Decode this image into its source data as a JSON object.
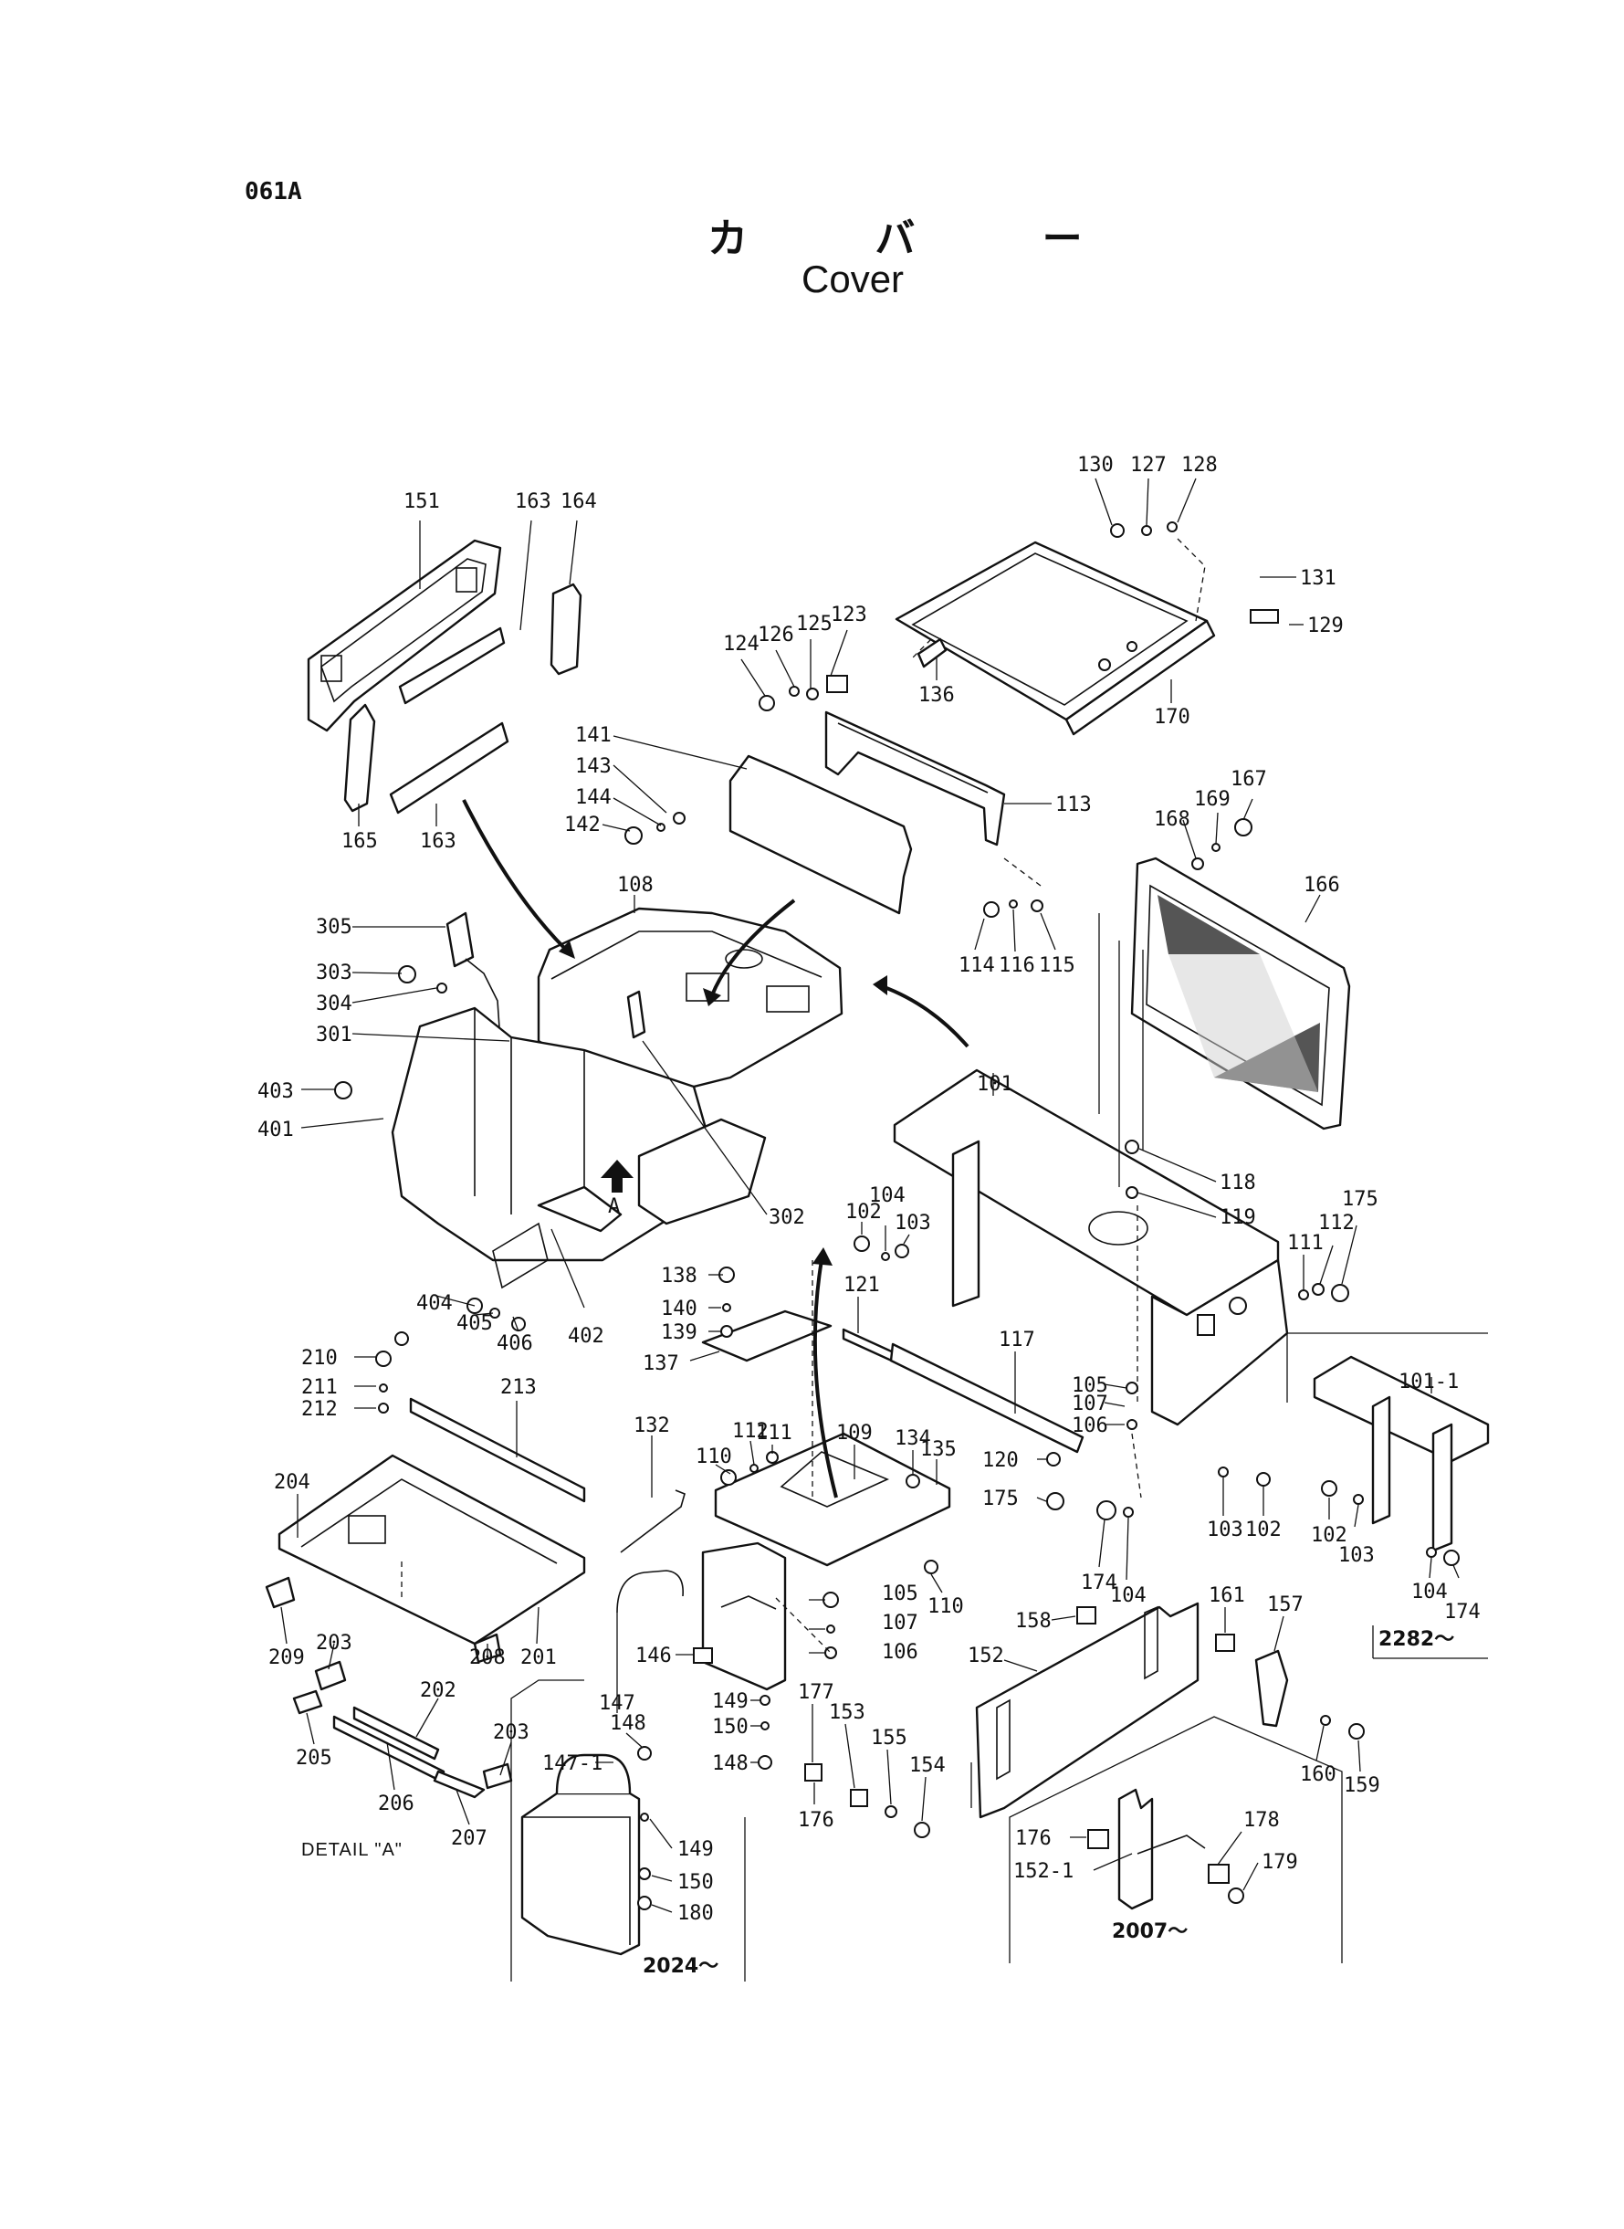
{
  "page_code": "061A",
  "title_jp": "カ バ ー",
  "title_en": "Cover",
  "detail_label": "DETAIL \"A\"",
  "view_marker": "A",
  "serial_notes": {
    "frame_right": "2282～",
    "handle_box": "2024～",
    "cover_box": "2007～"
  },
  "part_labels": [
    "151",
    "163",
    "164",
    "165",
    "163",
    "130",
    "127",
    "128",
    "131",
    "129",
    "123",
    "125",
    "126",
    "124",
    "136",
    "170",
    "141",
    "143",
    "144",
    "142",
    "113",
    "114",
    "116",
    "115",
    "108",
    "305",
    "303",
    "304",
    "301",
    "403",
    "401",
    "302",
    "168",
    "169",
    "167",
    "166",
    "101",
    "118",
    "119",
    "102",
    "104",
    "103",
    "111",
    "112",
    "175",
    "404",
    "405",
    "406",
    "402",
    "138",
    "140",
    "139",
    "137",
    "121",
    "117",
    "210",
    "211",
    "212",
    "213",
    "204",
    "209",
    "203",
    "208",
    "201",
    "202",
    "205",
    "206",
    "207",
    "203",
    "132",
    "110",
    "112",
    "111",
    "109",
    "134",
    "135",
    "120",
    "175",
    "105",
    "107",
    "106",
    "174",
    "104",
    "103",
    "102",
    "101-1",
    "102",
    "103",
    "104",
    "174",
    "105",
    "107",
    "106",
    "110",
    "146",
    "149",
    "150",
    "148",
    "147",
    "148",
    "147-1",
    "149",
    "150",
    "180",
    "177",
    "176",
    "153",
    "155",
    "154",
    "158",
    "152",
    "161",
    "157",
    "160",
    "159",
    "176",
    "152-1",
    "178",
    "179"
  ]
}
